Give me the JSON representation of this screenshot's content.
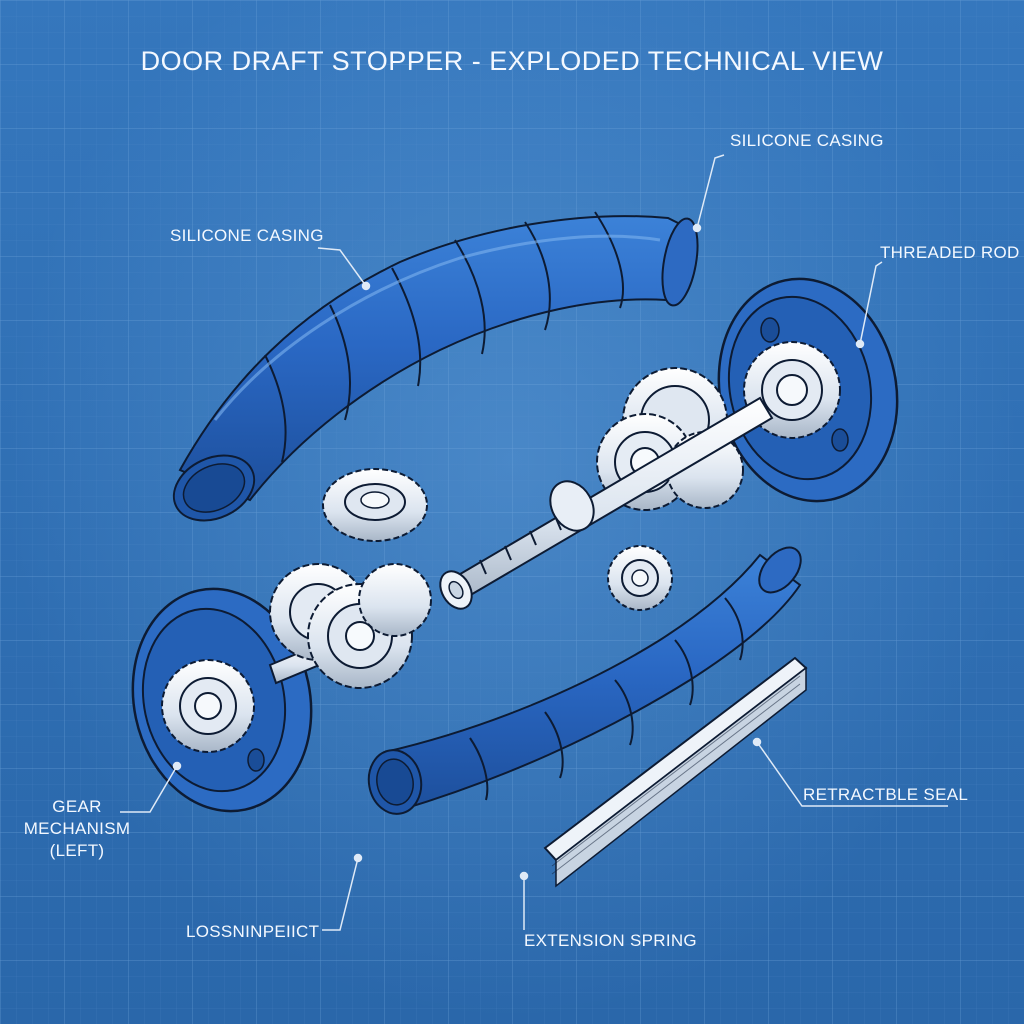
{
  "title": "DOOR DRAFT STOPPER - EXPLODED TECHNICAL VIEW",
  "labels": {
    "silicone_casing_left": "SILICONE CASING",
    "silicone_casing_right": "SILICONE CASING",
    "threaded_rod": "THREADED ROD",
    "gear_mechanism_left": "GEAR MECHANISM (LEFT)",
    "losssninpeict": "LOSSNINPEIICT",
    "extension_spring": "EXTENSION SPRING",
    "retractable_seal": "RETRACTBLE SEAL"
  },
  "colors": {
    "background": "#2f72b8",
    "grid": "#5a93cf",
    "part_fill": "#2b68c2",
    "metal": "#e8eef6",
    "outline": "#0d1b33",
    "text": "#f3f8ff"
  }
}
